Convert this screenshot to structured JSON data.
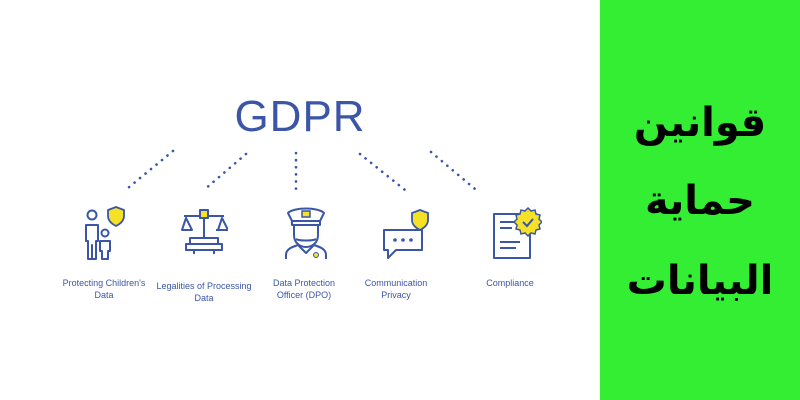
{
  "diagram": {
    "title": "GDPR",
    "items": [
      {
        "label_line1": "Protecting Children's",
        "label_line2": "Data",
        "icon": "family-shield-icon"
      },
      {
        "label_line1": "Legalities of Processing",
        "label_line2": "Data",
        "icon": "scales-of-justice-icon"
      },
      {
        "label_line1": "Data Protection",
        "label_line2": "Officer (DPO)",
        "icon": "officer-icon"
      },
      {
        "label_line1": "Communication",
        "label_line2": "Privacy",
        "icon": "chat-shield-icon"
      },
      {
        "label_line1": "Compliance",
        "label_line2": "",
        "icon": "certificate-icon"
      }
    ]
  },
  "banner": {
    "lines": [
      "قوانين",
      "حماية",
      "البيانات"
    ]
  },
  "colors": {
    "primary": "#3b56a6",
    "accent": "#f5e125",
    "banner_bg": "#33ee33"
  }
}
